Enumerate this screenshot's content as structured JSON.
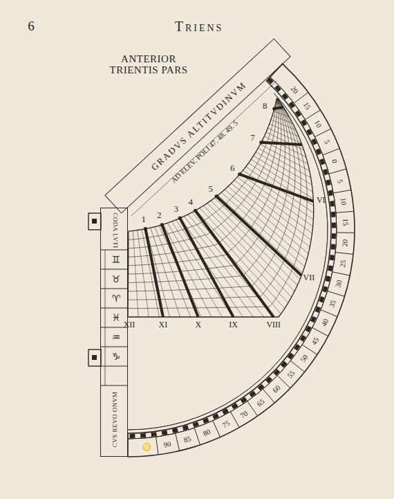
{
  "diagram": {
    "title": "ANTERIOR TRIENTIS PARS",
    "nodes": [
      {
        "text": [
          "GRADVS ALTITVDINVM"
        ]
      },
      {
        "text": [
          "CODA LVTI",
          "CVS REVO ONVM"
        ]
      }
    ],
    "labels": [
      "6",
      "Triens",
      "AD ELEV. POLI 47. 48. 49. 5",
      "1",
      "2",
      "3",
      "4",
      "5",
      "6",
      "7",
      "8",
      "XII",
      "XI",
      "X",
      "IX",
      "VIII",
      "VII",
      "VI",
      "20",
      "15",
      "10",
      "5",
      "0",
      "5",
      "10",
      "15",
      "20",
      "25",
      "30",
      "35",
      "40",
      "45",
      "50",
      "55",
      "60",
      "65",
      "70",
      "75",
      "80",
      "85",
      "90",
      "♋",
      "♊",
      "♉",
      "♈",
      "♓",
      "♒",
      "♑"
    ]
  }
}
